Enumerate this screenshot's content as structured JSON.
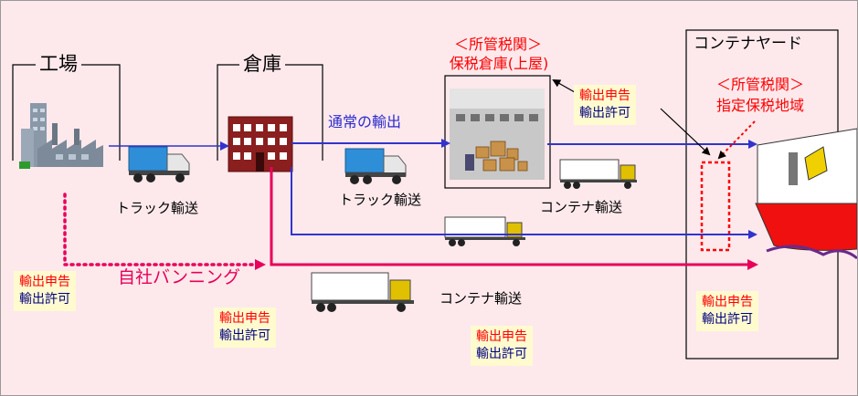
{
  "nodes": {
    "factory": "工場",
    "warehouse": "倉庫",
    "container_yard": "コンテナヤード",
    "customs_warehouse_1": "＜所管税関＞",
    "customs_warehouse_2": "保税倉庫(上屋)",
    "designated_area_1": "＜所管税関＞",
    "designated_area_2": "指定保税地域"
  },
  "routes": {
    "normal_export": "通常の輸出",
    "truck_1": "トラック輸送",
    "truck_2": "トラック輸送",
    "container_1": "コンテナ輸送",
    "container_2": "コンテナ輸送",
    "vanning": "自社バンニング"
  },
  "notes": [
    {
      "declare": "輸出申告",
      "permit": "輸出許可"
    },
    {
      "declare": "輸出申告",
      "permit": "輸出許可"
    },
    {
      "declare": "輸出申告",
      "permit": "輸出許可"
    },
    {
      "declare": "輸出申告",
      "permit": "輸出許可"
    },
    {
      "declare": "輸出申告",
      "permit": "輸出許可"
    }
  ],
  "colors": {
    "background": "#fde9ec",
    "normal_route": "#3333cc",
    "vanning_route": "#e8005a",
    "note_fill": "#fffbcf"
  }
}
